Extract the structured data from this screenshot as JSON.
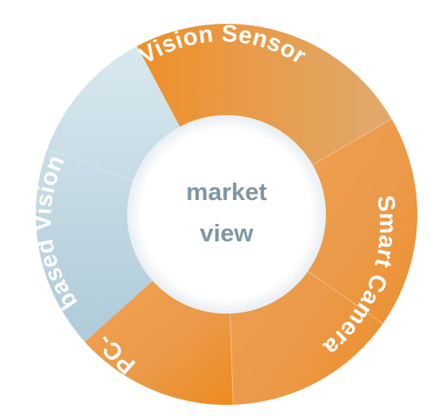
{
  "center": {
    "line1": "market",
    "line2": "view"
  },
  "segments": {
    "top": "Vision Sensor",
    "right": "Smart Camera",
    "bottom": "PC-",
    "left": "based Vision"
  },
  "colors": {
    "orange": "#ee8d24",
    "orange_light": "#f2a85c",
    "blue": "#b7d1dd",
    "blue_light": "#d6e6ee",
    "center_text": "#7f97a3"
  }
}
